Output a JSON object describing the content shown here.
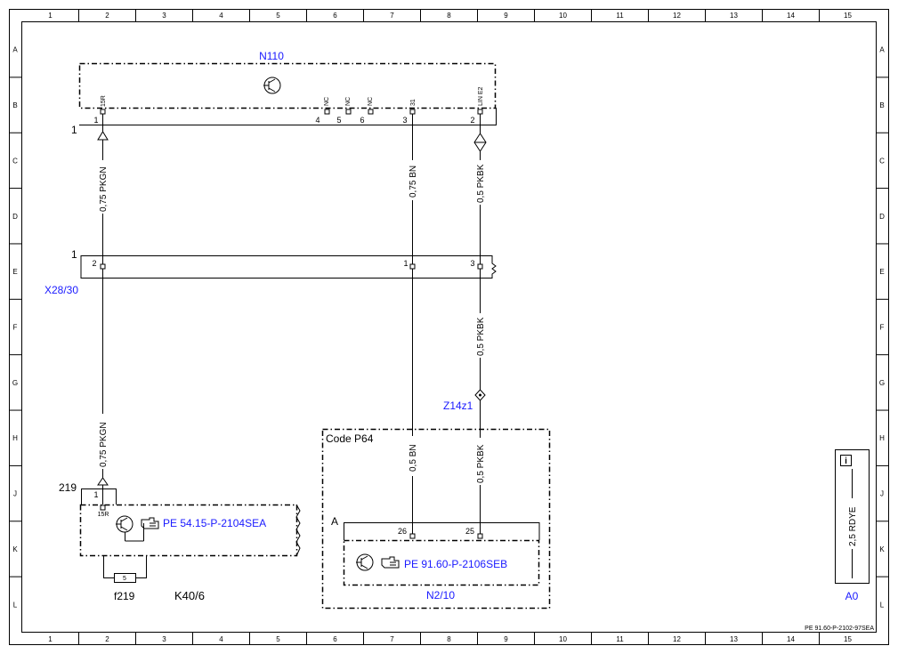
{
  "frame": {
    "columns": [
      "1",
      "2",
      "3",
      "4",
      "5",
      "6",
      "7",
      "8",
      "9",
      "10",
      "11",
      "12",
      "13",
      "14",
      "15"
    ],
    "rows": [
      "A",
      "B",
      "C",
      "D",
      "E",
      "F",
      "G",
      "H",
      "J",
      "K",
      "L"
    ],
    "document_id": "PE 91.60-P-2102-97SEA"
  },
  "components": {
    "n110": {
      "name": "N110",
      "pins": {
        "p1": "1",
        "p4": "4",
        "p5": "5",
        "p6": "6",
        "p3": "3",
        "p2": "2"
      },
      "pin_labels": {
        "p1": "15R",
        "p4": "NC",
        "p5": "NC",
        "p6": "NC",
        "p3": "31",
        "p2": "LIN E2"
      },
      "bus_number": "1"
    },
    "x28_30": {
      "name": "X28/30",
      "bus_number": "1",
      "pins": {
        "p2": "2",
        "p1": "1",
        "p3": "3"
      }
    },
    "z14z1": {
      "name": "Z14z1"
    },
    "k40_6": {
      "name": "K40/6",
      "fuse_number": "219",
      "fuse_label": "f219",
      "fuse_value": "5",
      "pin1": "1",
      "pin_label": "15R",
      "link_text": "PE 54.15-P-2104SEA"
    },
    "n2_10": {
      "name": "N2/10",
      "code": "Code P64",
      "connector": "A",
      "pins": {
        "p26": "26",
        "p25": "25"
      },
      "link_text": "PE 91.60-P-2106SEB"
    },
    "a0": {
      "name": "A0",
      "wire_label": "2,5 RDYE",
      "info_icon": "i"
    }
  },
  "wires": {
    "w1_upper": "0,75 PKGN",
    "w1_lower": "0,75 PKGN",
    "w2_upper": "0,75 BN",
    "w2_lower": "0,5 BN",
    "w3_upper": "0,5 PKBK",
    "w3_middle": "0,5 PKBK",
    "w3_lower": "0,5 PKBK"
  },
  "icons": {
    "transistor": "transistor-icon",
    "hand_pointer": "hand-pointer-icon",
    "info": "info-icon"
  },
  "colors": {
    "link": "#1a1aff",
    "line": "#000000"
  }
}
